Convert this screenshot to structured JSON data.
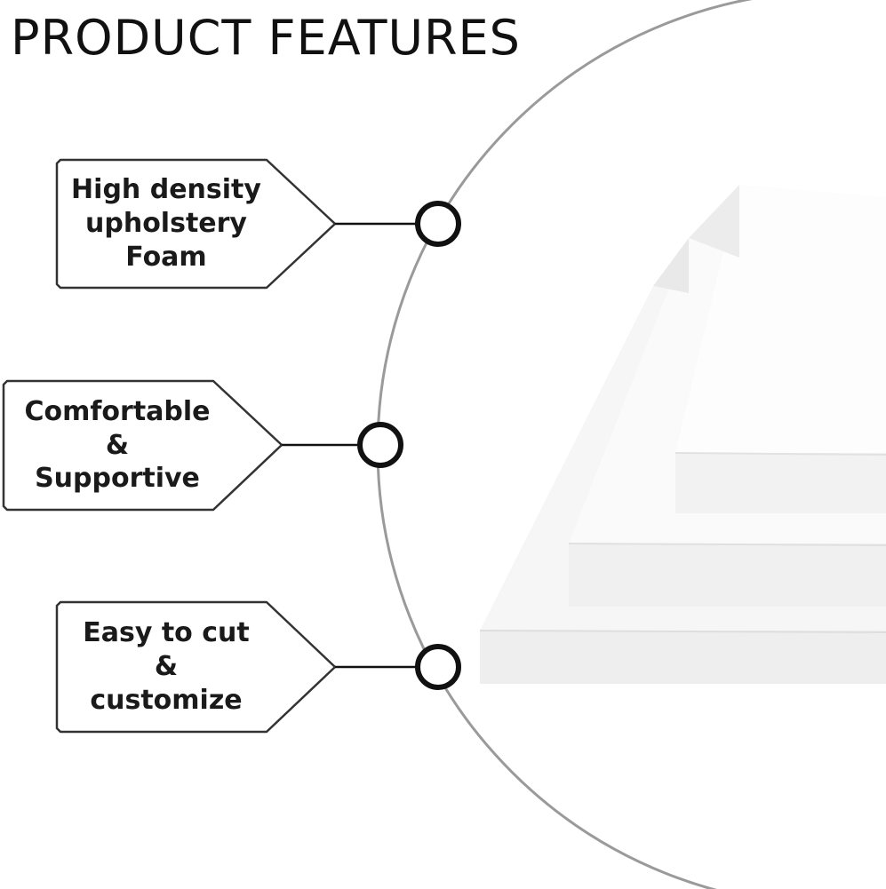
{
  "title": "PRODUCT FEATURES",
  "colors": {
    "background": "#ffffff",
    "text": "#1a1a1a",
    "outline": "#333333",
    "circle_ring": "#9a9a9a",
    "foam": "#f4f4f4",
    "foam_shadow": "#e2e2e2"
  },
  "features": [
    {
      "lines": [
        "High density",
        "upholstery",
        "Foam"
      ],
      "icon": "connector-node-icon"
    },
    {
      "lines": [
        "Comfortable",
        "&",
        "Supportive"
      ],
      "icon": "connector-node-icon"
    },
    {
      "lines": [
        "Easy to cut",
        "&",
        "customize"
      ],
      "icon": "connector-node-icon"
    }
  ],
  "product_image": "stacked-foam-sheets"
}
